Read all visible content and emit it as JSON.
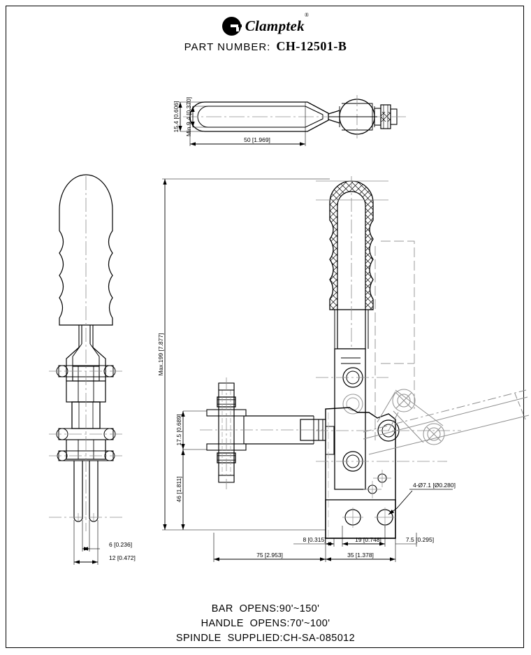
{
  "header": {
    "logo_icon": "clamptek-g-logo-icon",
    "brand": "Clamptek",
    "registered": "®",
    "part_label": "PART  NUMBER:",
    "part_number": "CH-12501-B"
  },
  "notes": {
    "bar_opens": "BAR  OPENS:90'~150'",
    "handle_opens": "HANDLE  OPENS:70'~100'",
    "spindle_supplied": "SPINDLE  SUPPLIED:CH-SA-085012"
  },
  "dimensions": {
    "top_view": {
      "height_overall": "15.4 [0.606]",
      "height_min": "Min.9.4 [0.370]",
      "length": "50 [1.969]"
    },
    "front_view": {
      "max_height": "Max.199 [7.877]",
      "spindle_upper": "17.5 [0.689]",
      "base_height": "46 [1.811]",
      "base_to_pivot": "75 [2.953]",
      "base_right": "35 [1.378]",
      "plate_thickness": "8 [0.315]",
      "hole_offset": "19 [0.748]",
      "edge_offset": "7.5 [0.295]",
      "hole_callout": "4-Ø7.1 [Ø0.280]"
    },
    "side_view": {
      "slot_width": "6 [0.236]",
      "overall_width": "12 [0.472]"
    }
  },
  "colors": {
    "line": "#000000",
    "thin_line": "#111111",
    "construction": "#9a9a9a",
    "background": "#ffffff"
  },
  "views": {
    "top": "top-view-handle",
    "side": "side-view-clamp",
    "front": "front-view-clamp"
  }
}
